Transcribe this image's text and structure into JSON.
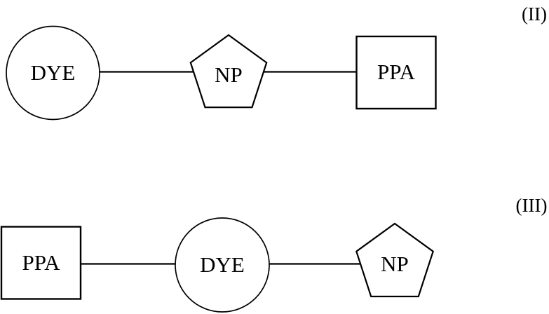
{
  "figure": {
    "ink_color": "#000000",
    "background_color": "#ffffff"
  },
  "diagrams": [
    {
      "formula_label": "(II)",
      "nodes": [
        {
          "shape": "circle",
          "label": "DYE"
        },
        {
          "shape": "pentagon",
          "label": "NP"
        },
        {
          "shape": "square",
          "label": "PPA"
        }
      ],
      "connections": [
        "DYE-NP",
        "NP-PPA"
      ]
    },
    {
      "formula_label": "(III)",
      "nodes": [
        {
          "shape": "square",
          "label": "PPA"
        },
        {
          "shape": "circle",
          "label": "DYE"
        },
        {
          "shape": "pentagon",
          "label": "NP"
        }
      ],
      "connections": [
        "PPA-DYE",
        "DYE-NP"
      ]
    }
  ]
}
